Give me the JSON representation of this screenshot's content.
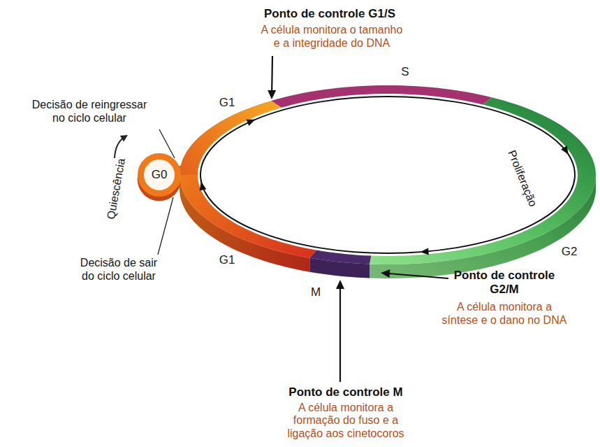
{
  "diagram": {
    "nodes": [
      {
        "text": [
          "G0"
        ]
      }
    ],
    "labels": [
      "Ponto de controle G1/S",
      "A célula monitora o tamanho e a integridade do DNA",
      "G1",
      "S",
      "Decisão de reingressar no ciclo celular",
      "Quiescência",
      "Proliferação",
      "G1",
      "Decisão de sair do ciclo celular",
      "G2",
      "M",
      "Ponto de controle G2/M",
      "A célula monitora a síntese e o dano no DNA",
      "Ponto de controle M",
      "A célula monitora a formação do fuso e a ligação aos cinetocoros"
    ]
  }
}
